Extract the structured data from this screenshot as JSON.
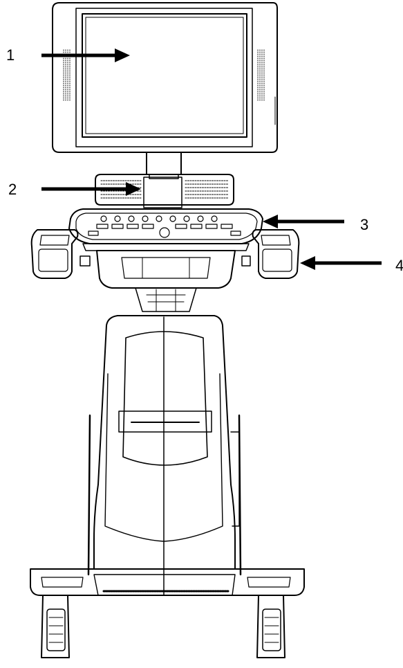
{
  "figure": {
    "callouts": [
      {
        "id": "1",
        "label": "1"
      },
      {
        "id": "2",
        "label": "2"
      },
      {
        "id": "3",
        "label": "3"
      },
      {
        "id": "4",
        "label": "4"
      }
    ]
  },
  "colors": {
    "stroke": "#000000",
    "background": "#ffffff"
  }
}
